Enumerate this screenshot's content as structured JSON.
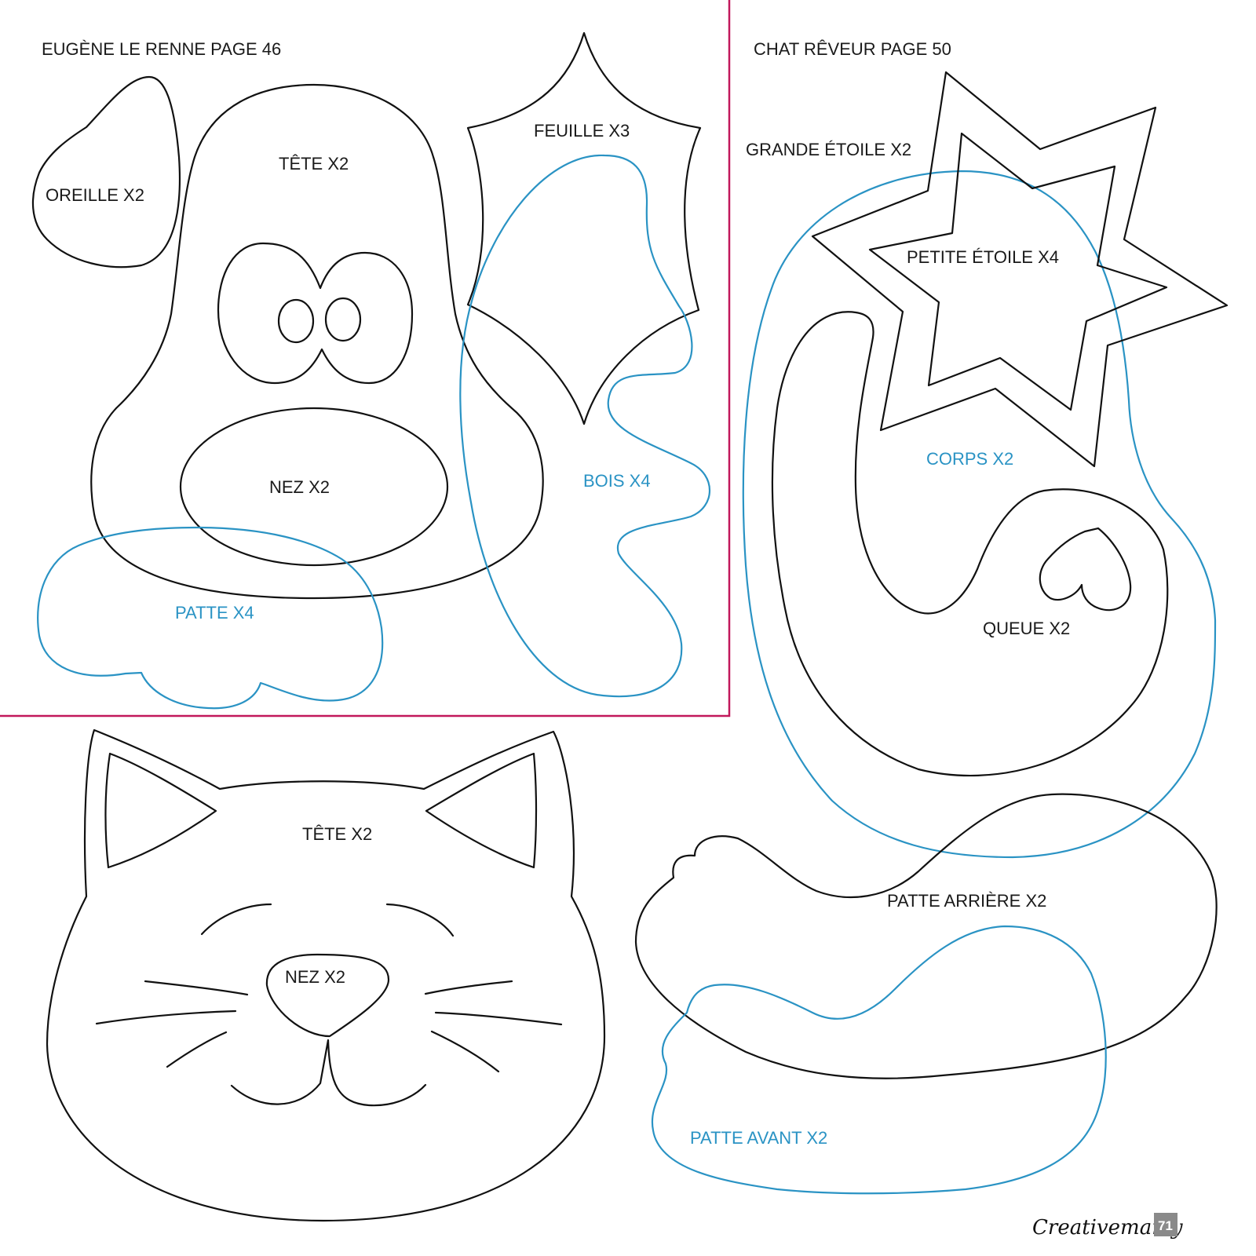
{
  "page": {
    "brand": "Creativemamy",
    "page_number": "71"
  },
  "colors": {
    "outline": "#111111",
    "blue": "#2a93c4",
    "frame": "#c2185b"
  },
  "reindeer": {
    "title": "EUGÈNE LE RENNE PAGE 46",
    "labels": {
      "ear": "OREILLE X2",
      "head": "TÊTE X2",
      "leaf": "FEUILLE X3",
      "nose": "NEZ X2",
      "antler": "BOIS X4",
      "paw": "PATTE X4"
    }
  },
  "cat": {
    "title": "CHAT RÊVEUR PAGE 50",
    "labels": {
      "big_star": "GRANDE ÉTOILE X2",
      "small_star": "PETITE ÉTOILE X4",
      "body": "CORPS X2",
      "tail": "QUEUE X2",
      "head": "TÊTE X2",
      "nose": "NEZ X2",
      "back_leg": "PATTE ARRIÈRE X2",
      "front_leg": "PATTE AVANT X2"
    }
  }
}
